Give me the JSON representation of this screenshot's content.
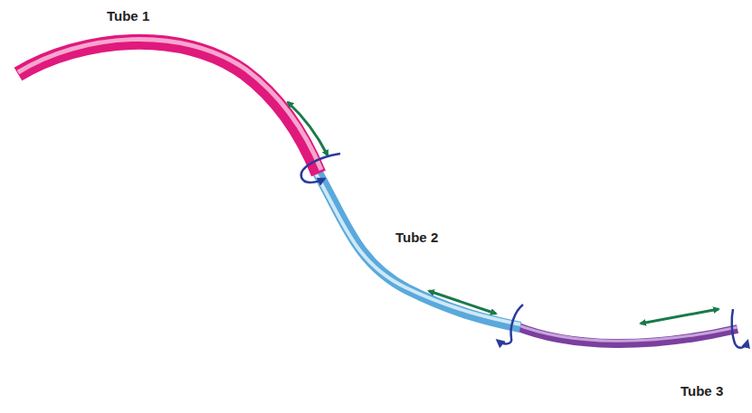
{
  "diagram": {
    "labels": [
      "Tube 1",
      "Tube 2",
      "Tube 3"
    ]
  }
}
